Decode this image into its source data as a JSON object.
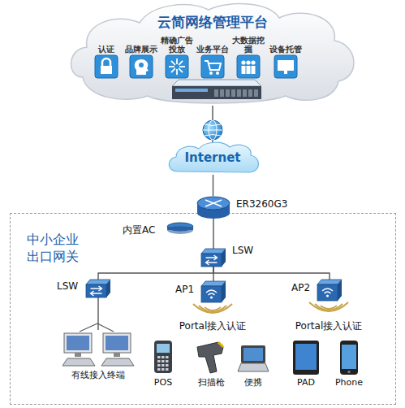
{
  "diagram": {
    "nodes": [
      {
        "text": [
          "云简网络管理平台"
        ]
      },
      {
        "text": [
          "认证"
        ],
        "in": 0
      },
      {
        "text": [
          "品牌展示"
        ],
        "in": 0
      },
      {
        "text": [
          "精确广告投放"
        ],
        "in": 0
      },
      {
        "text": [
          "业务平台"
        ],
        "in": 0
      },
      {
        "text": [
          "大数据挖掘"
        ],
        "in": 0
      },
      {
        "text": [
          "设备托管"
        ],
        "in": 0
      },
      {
        "text": [
          "Internet"
        ]
      },
      {
        "text": [
          "中小企业 出口网关"
        ]
      },
      {
        "text": [
          "ER3260G3",
          "内置AC"
        ],
        "in": 8
      },
      {
        "text": [
          "LSW"
        ],
        "in": 8
      },
      {
        "text": [
          "LSW"
        ],
        "in": 8
      },
      {
        "text": [
          "AP1"
        ],
        "in": 8
      },
      {
        "text": [
          "AP2"
        ],
        "in": 8
      },
      {
        "text": [
          "有线接入终端"
        ],
        "in": 8
      },
      {
        "text": [
          "POS"
        ],
        "in": 8
      },
      {
        "text": [
          "扫描枪"
        ],
        "in": 8
      },
      {
        "text": [
          "便携"
        ],
        "in": 8
      },
      {
        "text": [
          "PAD"
        ],
        "in": 8
      },
      {
        "text": [
          "Phone"
        ],
        "in": 8
      }
    ],
    "edges": [
      {
        "from": 0,
        "to": 7,
        "arrow": "none"
      },
      {
        "from": 7,
        "to": 9,
        "arrow": "none"
      },
      {
        "from": 9,
        "to": 10,
        "arrow": "none"
      },
      {
        "from": 10,
        "to": 11,
        "arrow": "none"
      },
      {
        "from": 10,
        "to": 12,
        "arrow": "none"
      },
      {
        "from": 10,
        "to": 13,
        "arrow": "none"
      },
      {
        "from": 11,
        "to": 14,
        "arrow": "none"
      }
    ],
    "labels": [
      "Portal接入认证",
      "Portal接入认证"
    ]
  }
}
